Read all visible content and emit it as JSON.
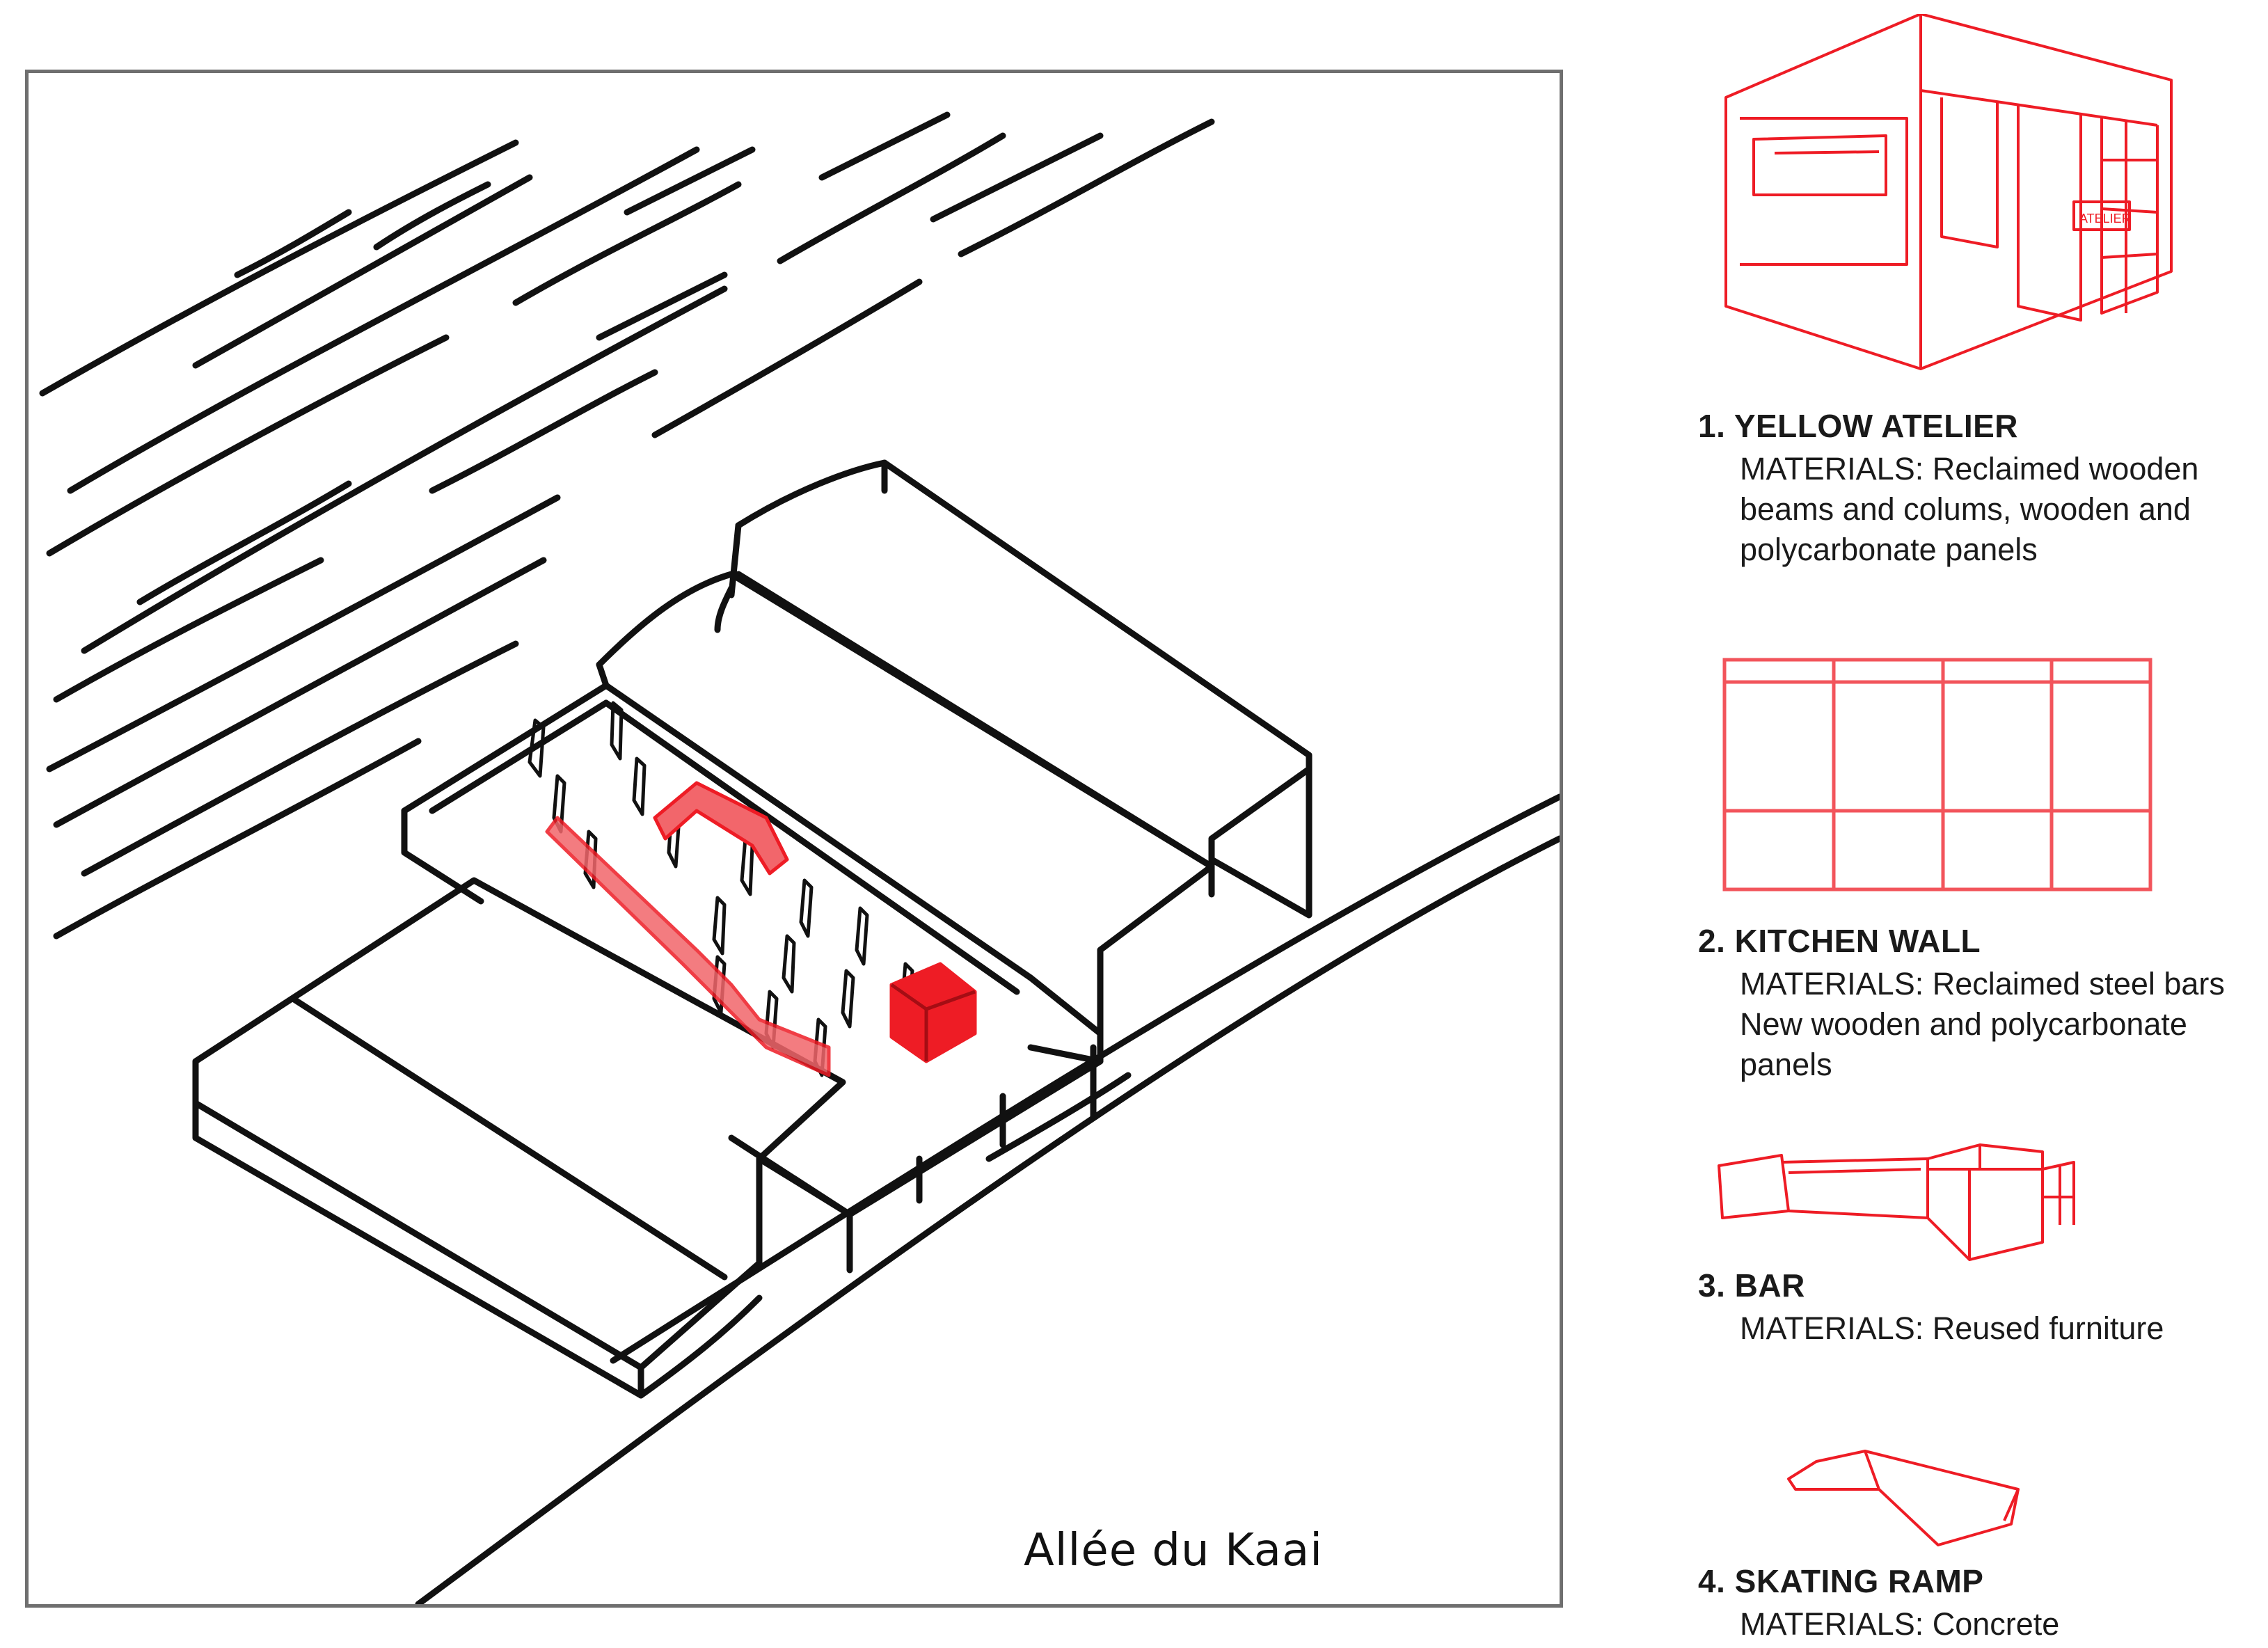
{
  "plan": {
    "street_label": "Allée du Kaai"
  },
  "colors": {
    "accent": "#ee1c25",
    "accent_fill": "#f2666b",
    "ink": "#111111",
    "frame": "#6f6f6f"
  },
  "legend": [
    {
      "title": "1. YELLOW ATELIER",
      "materials": [
        "MATERIALS: Reclaimed wooden",
        "beams and colums, wooden and",
        "polycarbonate panels"
      ],
      "sign_text": "ATELIER"
    },
    {
      "title": "2. KITCHEN  WALL",
      "materials": [
        "MATERIALS: Reclaimed steel bars",
        "New wooden and polycarbonate",
        "panels"
      ]
    },
    {
      "title": "3. BAR",
      "materials": [
        "MATERIALS: Reused furniture"
      ]
    },
    {
      "title": "4. SKATING RAMP",
      "materials": [
        "MATERIALS: Concrete"
      ]
    }
  ]
}
